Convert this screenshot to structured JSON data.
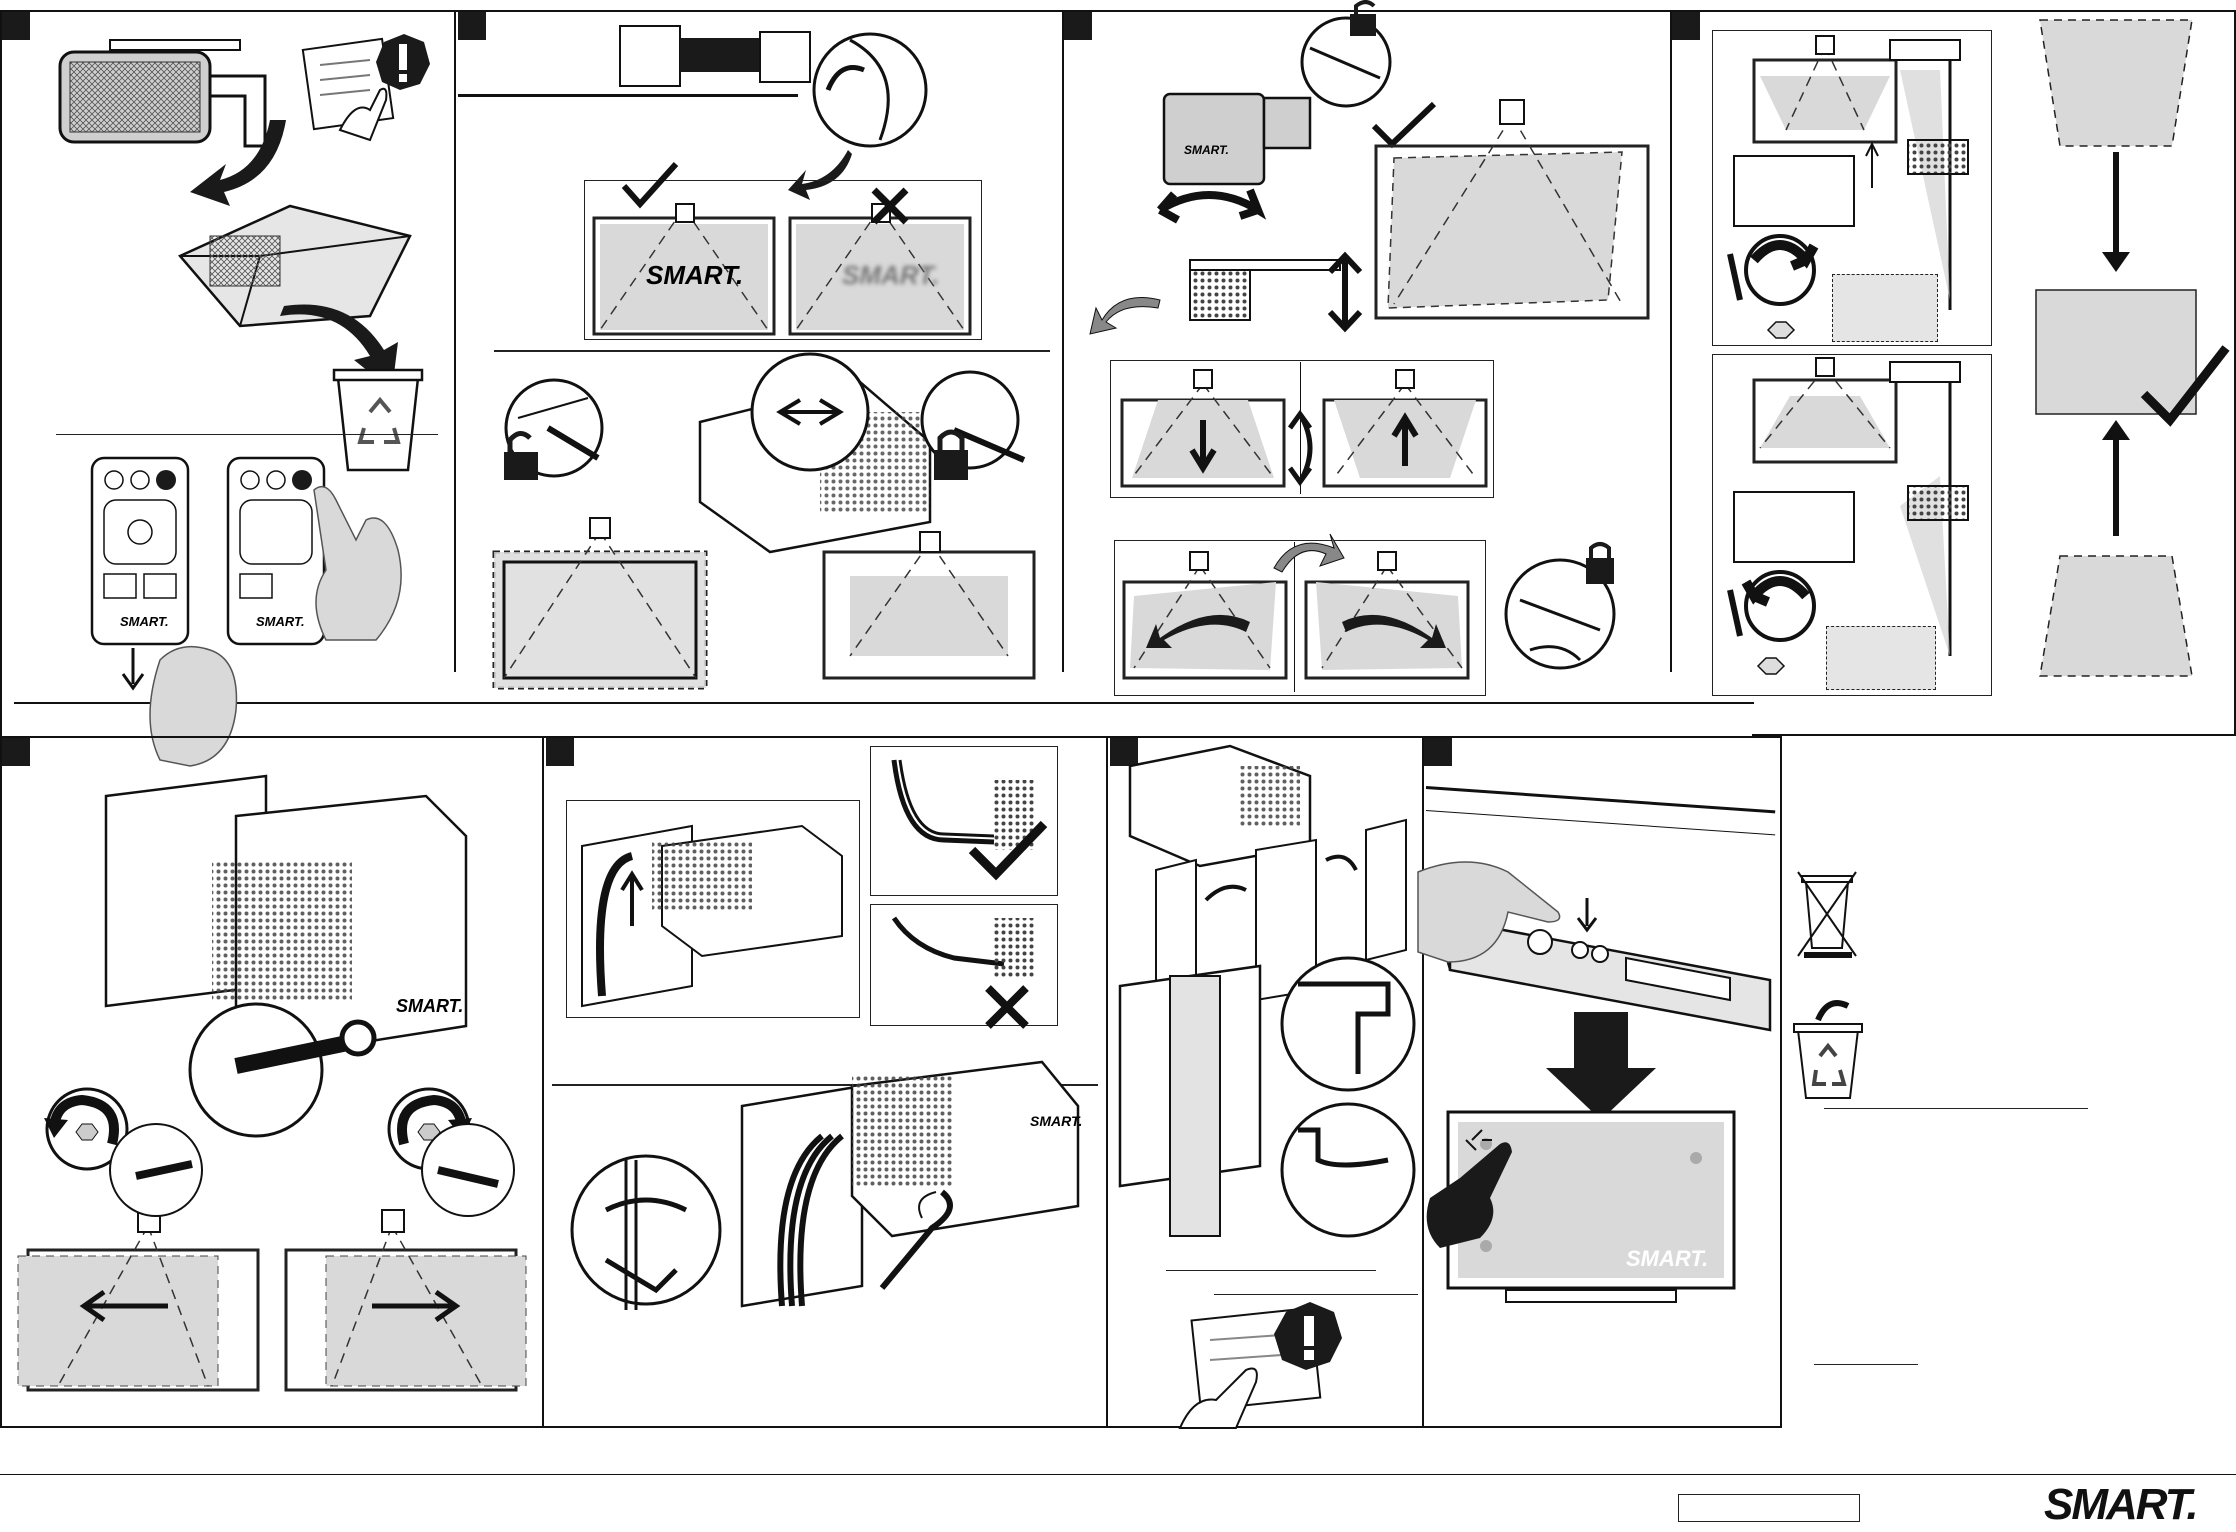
{
  "brand": {
    "logo_text": "SMART",
    "logo_mark": "."
  },
  "illustration_text": {
    "board_logo": "SMART.",
    "remote_logo": "SMART."
  },
  "icons": {
    "check": "check-icon",
    "cross": "cross-icon",
    "lock": "lock-icon",
    "unlock": "unlock-icon",
    "recycle": "recycle-icon",
    "warning": "warning-icon",
    "weee": "crossed-bin-icon",
    "rotate": "rotate-arrow-icon",
    "arrow": "arrow-icon"
  },
  "colors": {
    "line": "#111111",
    "fill_gray": "#d9d9d9",
    "marker": "#1a1a1a",
    "background": "#ffffff"
  }
}
